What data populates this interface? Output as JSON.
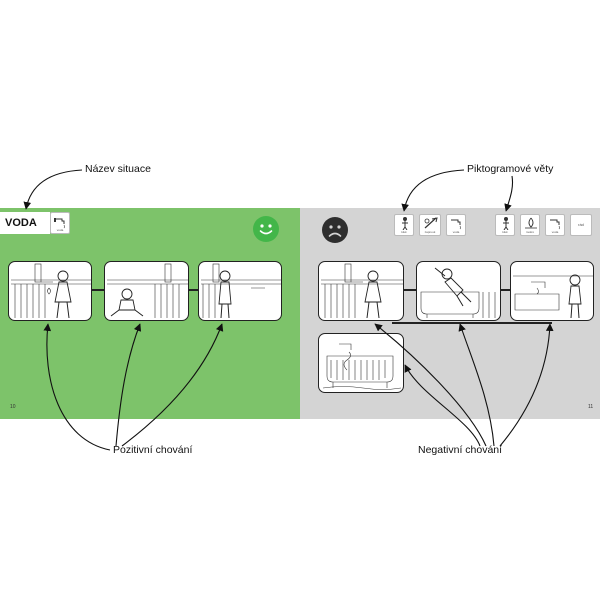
{
  "labels": {
    "situation_name": "Název situace",
    "pictogram_sentences": "Piktogramové věty",
    "positive_behavior": "Pozitivní chování",
    "negative_behavior": "Negativní chování"
  },
  "left_page": {
    "title": "VODA",
    "title_picto_caption": "voda",
    "page_number": "10"
  },
  "right_page": {
    "page_number": "11",
    "picto_row_1": [
      "kluk",
      "zapnout",
      "voda"
    ],
    "picto_row_2": [
      "kluk",
      "mokro",
      "voda",
      "rád"
    ]
  },
  "colors": {
    "positive_bg": "#7dc36a",
    "negative_bg": "#d4d4d4",
    "smiley": "#43b649",
    "frowny": "#2e2e2e"
  },
  "icons": {
    "positive": "smiley-face-icon",
    "negative": "sad-face-icon"
  }
}
